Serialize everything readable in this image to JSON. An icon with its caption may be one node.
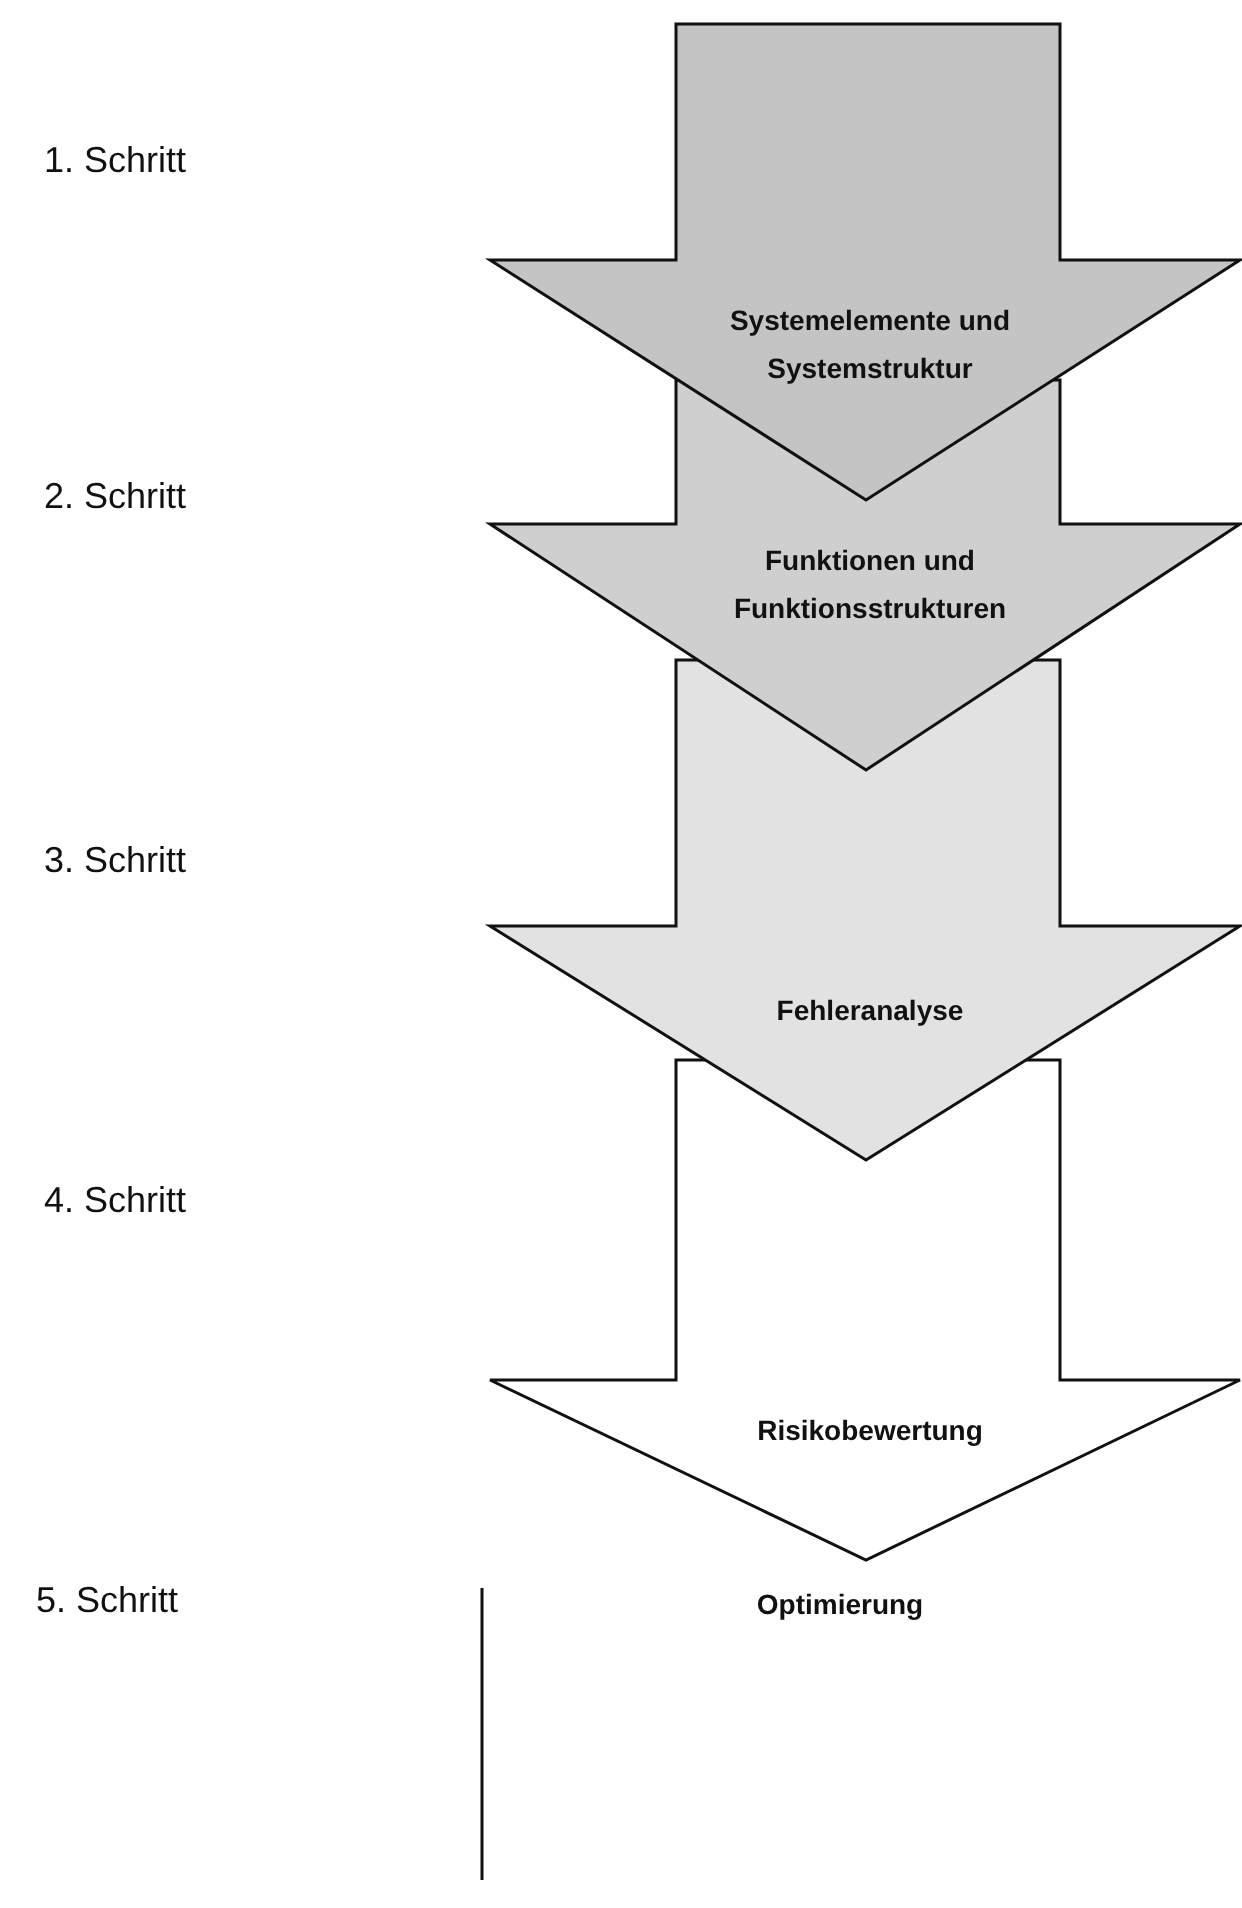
{
  "diagram": {
    "nodes": [
      {
        "text": [
          "Systemelemente und Systemstruktur"
        ]
      },
      {
        "text": [
          "Funktionen und Funktionsstrukturen"
        ]
      },
      {
        "text": [
          "Fehleranalyse"
        ]
      },
      {
        "text": [
          "Risikobewertung"
        ]
      },
      {
        "text": [
          "Optimierung"
        ]
      }
    ],
    "labels": [
      "1. Schritt",
      "2. Schritt",
      "3. Schritt",
      "4. Schritt",
      "5. Schritt"
    ]
  }
}
